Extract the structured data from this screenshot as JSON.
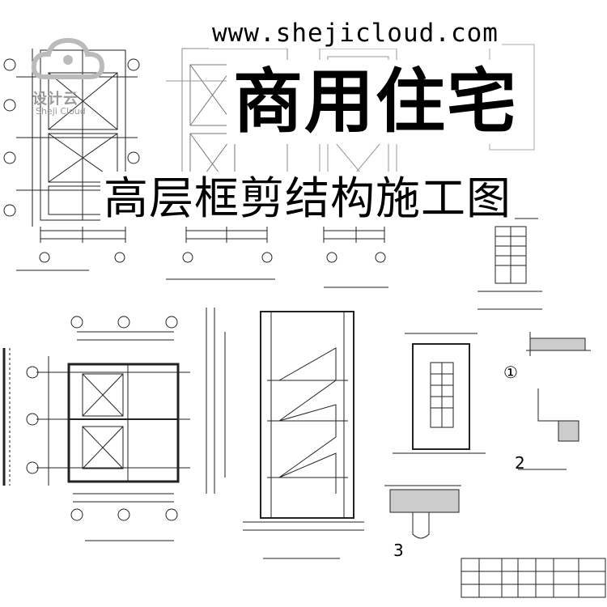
{
  "watermark": {
    "url": "www.shejicloud.com",
    "logo_cn": "设计云",
    "logo_en": "Sheji Cloud"
  },
  "title": {
    "main": "商用住宅",
    "sub": "高层框剪结构施工图"
  },
  "detail_numbers": [
    "①",
    "2",
    "3"
  ]
}
